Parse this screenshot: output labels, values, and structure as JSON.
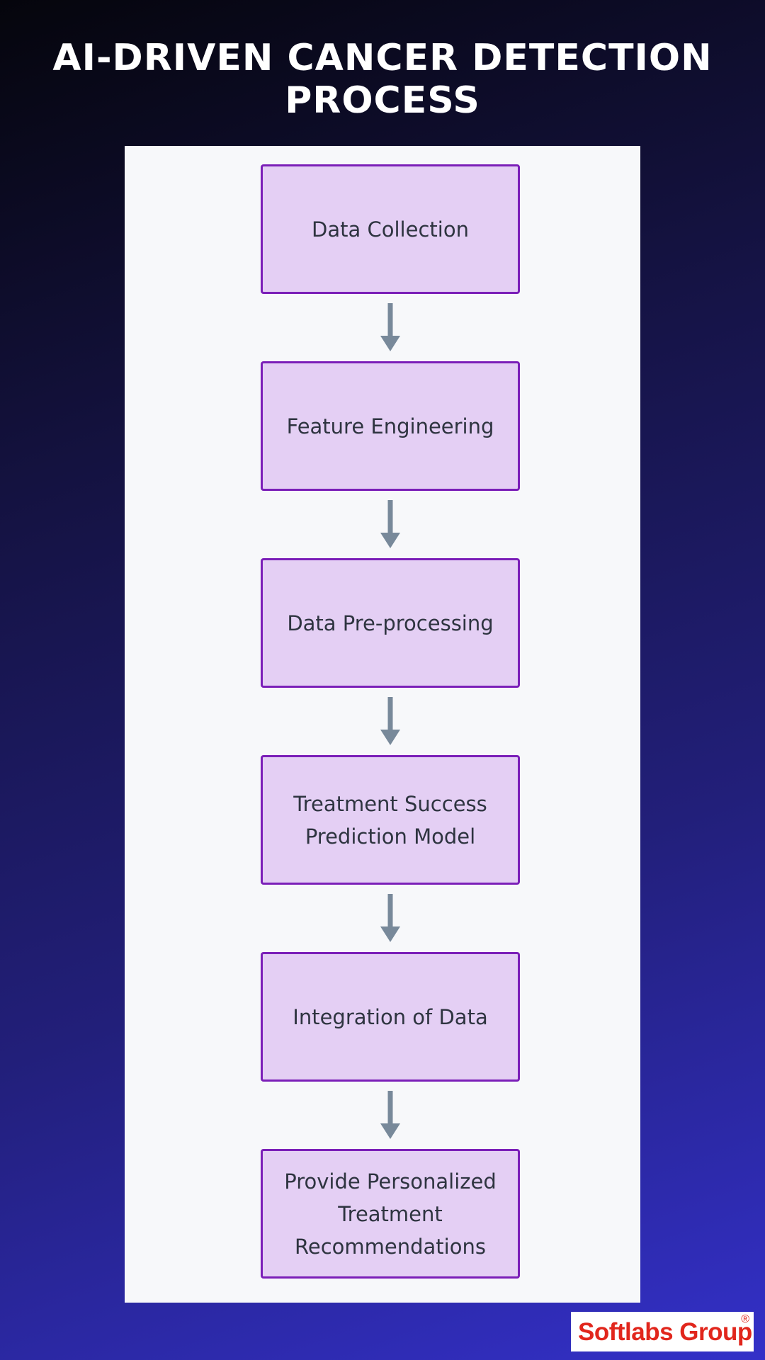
{
  "title": {
    "line1": "AI-DRIVEN CANCER DETECTION",
    "line2": "PROCESS"
  },
  "colors": {
    "box_fill": "#e4cff4",
    "box_border": "#7b1fb8",
    "box_text": "#2e3440",
    "arrow": "#78899a",
    "panel": "#f7f8fa",
    "logo_text": "#e1261c"
  },
  "steps": [
    {
      "label": "Data Collection"
    },
    {
      "label": "Feature Engineering"
    },
    {
      "label": "Data Pre-processing"
    },
    {
      "label": "Treatment Success\nPrediction Model"
    },
    {
      "label": "Integration of Data"
    },
    {
      "label": "Provide Personalized\nTreatment\nRecommendations"
    }
  ],
  "logo": {
    "text": "Softlabs Group",
    "registered": "®"
  }
}
